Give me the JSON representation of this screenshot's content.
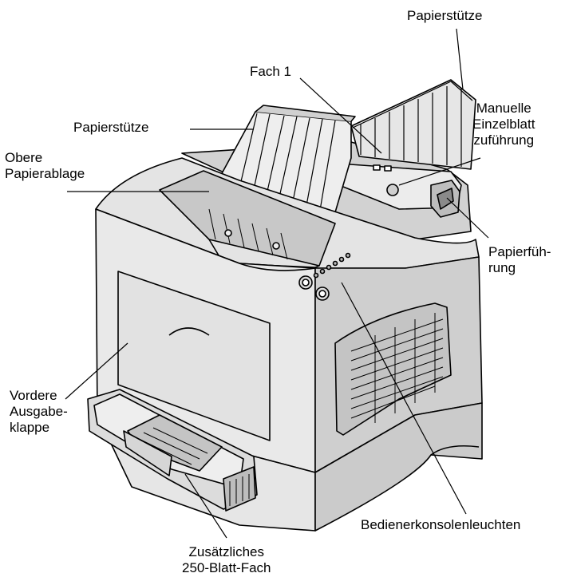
{
  "labels": {
    "paper_support_right": "Papierstütze",
    "tray1": "Fach 1",
    "manual_feed": [
      "Manuelle",
      "Einzelblatt",
      "zuführung"
    ],
    "paper_support_left": "Papierstütze",
    "upper_output": [
      "Obere",
      "Papierablage"
    ],
    "paper_guide": [
      "Papierfüh-",
      "rung"
    ],
    "front_output_door": [
      "Vordere",
      "Ausgabe-",
      "klappe"
    ],
    "panel_lights": "Bedienerkonsolenleuchten",
    "optional_tray": [
      "Zusätzliches",
      "250-Blatt-Fach"
    ]
  }
}
